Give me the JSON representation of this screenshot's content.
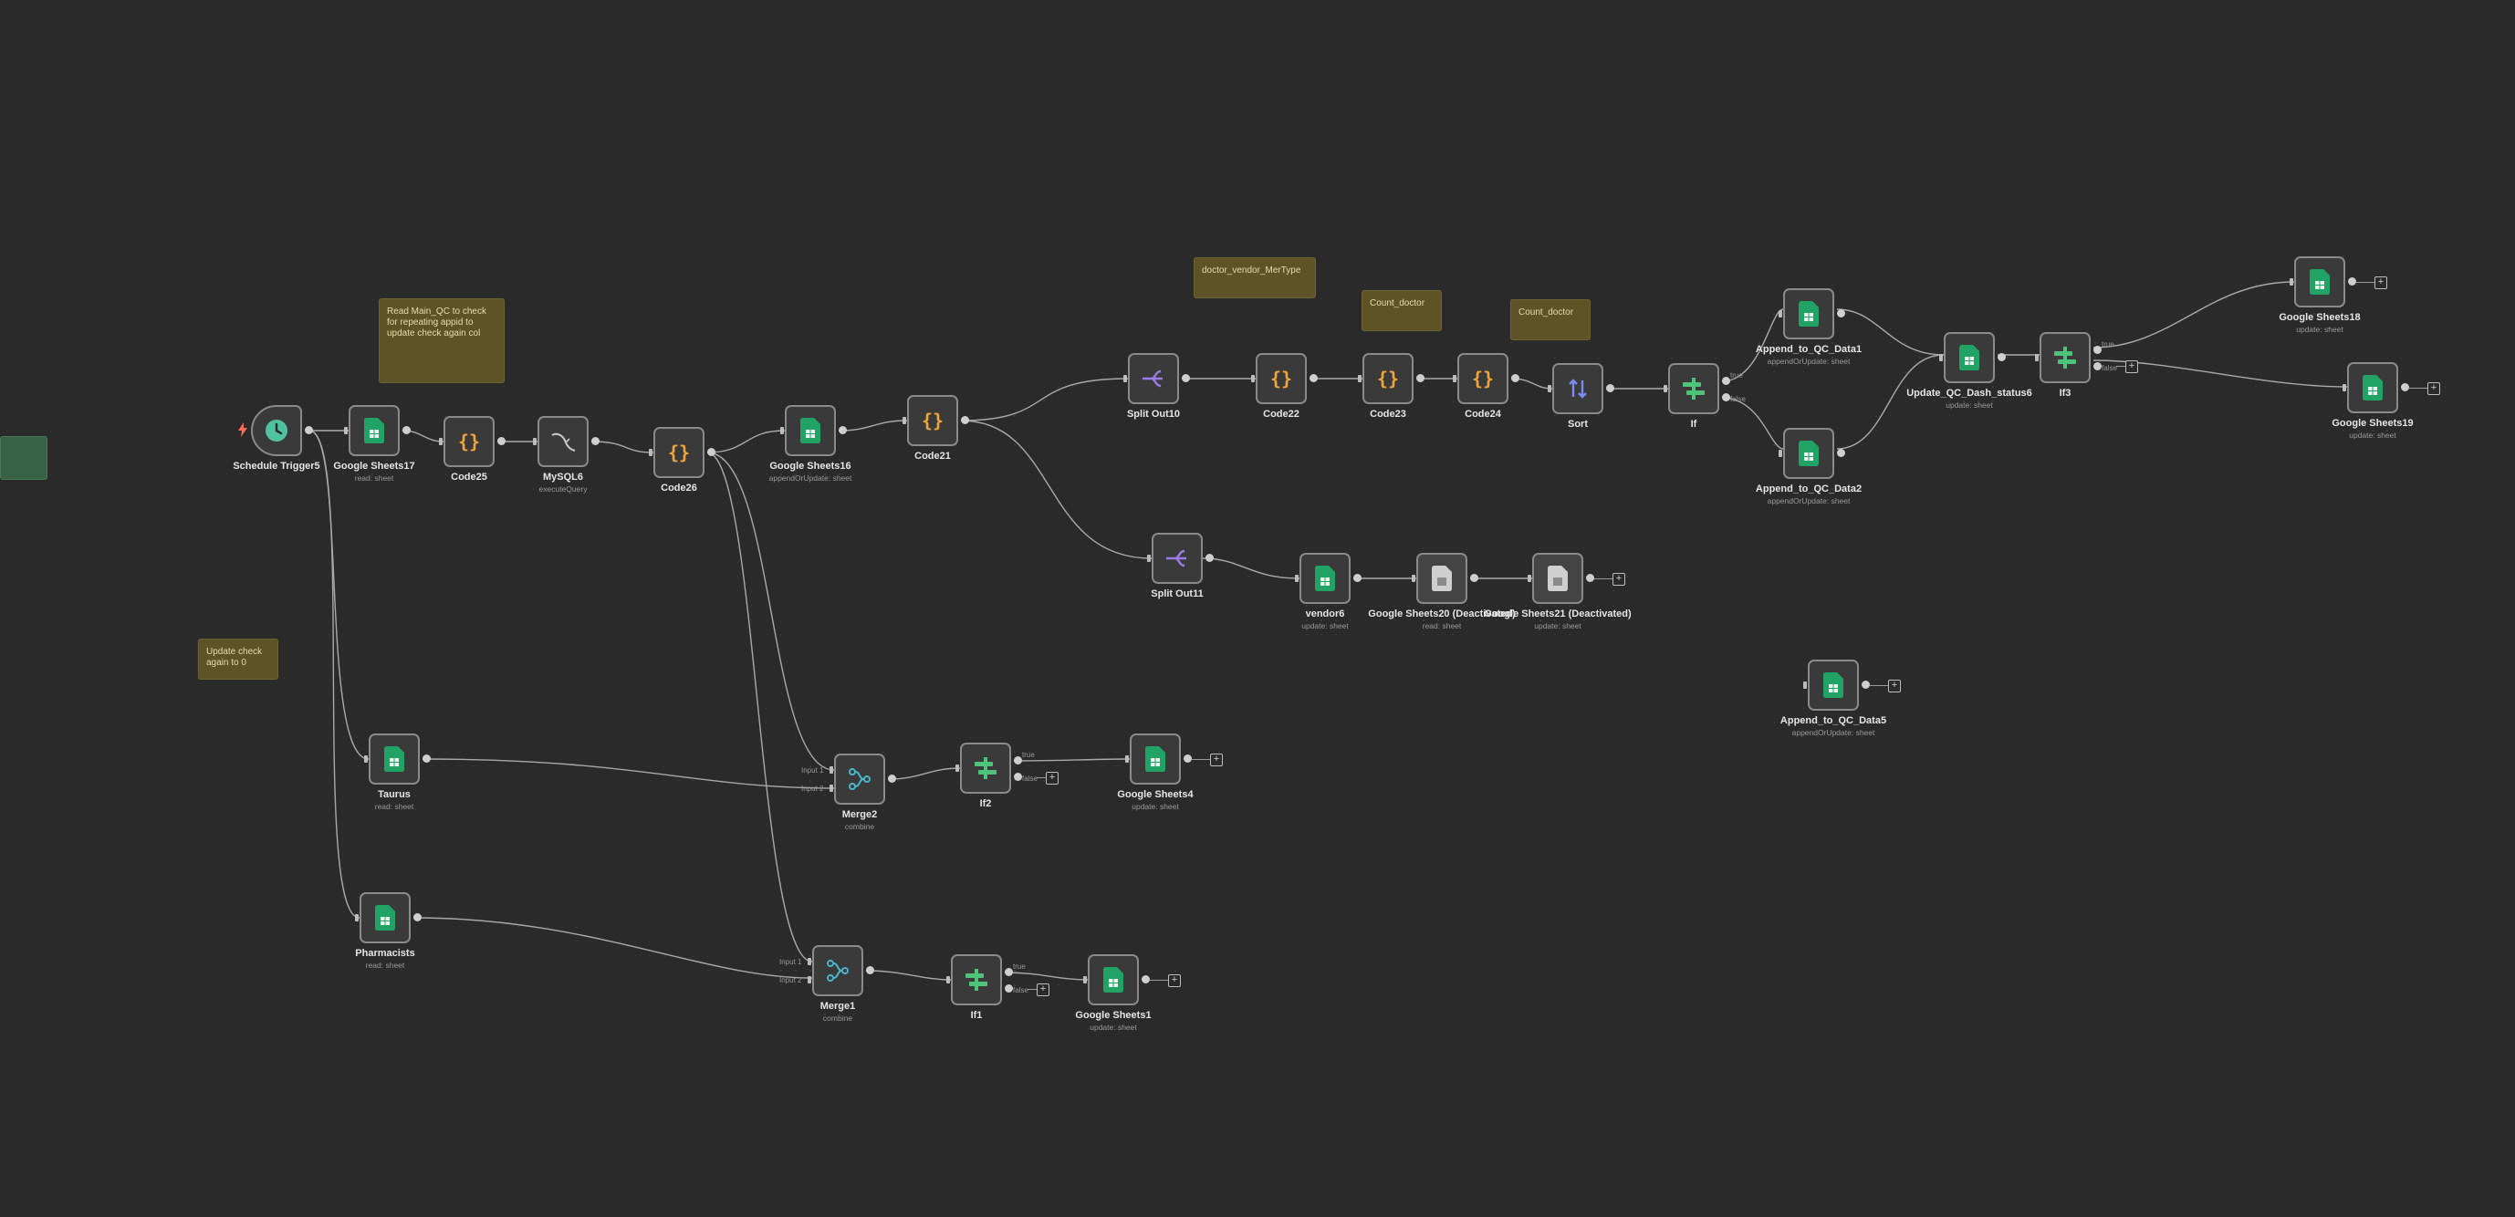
{
  "notes": [
    {
      "id": "note-read-main",
      "text": "Read Main_QC to check for repeating appid to update check again col"
    },
    {
      "id": "note-update-check",
      "text": "Update check again to 0"
    },
    {
      "id": "note-vendor",
      "text": "doctor_vendor_MerType"
    },
    {
      "id": "note-count1",
      "text": "Count_doctor"
    },
    {
      "id": "note-count2",
      "text": "Count_doctor"
    }
  ],
  "nodes": {
    "n_sched": {
      "title": "Schedule Trigger5",
      "sub": "",
      "icon": "clock-icon"
    },
    "n_gs17": {
      "title": "Google Sheets17",
      "sub": "read: sheet",
      "icon": "sheets-icon"
    },
    "n_code25": {
      "title": "Code25",
      "sub": "",
      "icon": "code-icon"
    },
    "n_mysql6": {
      "title": "MySQL6",
      "sub": "executeQuery",
      "icon": "mysql-icon"
    },
    "n_code26": {
      "title": "Code26",
      "sub": "",
      "icon": "code-icon"
    },
    "n_gs16": {
      "title": "Google Sheets16",
      "sub": "appendOrUpdate: sheet",
      "icon": "sheets-icon"
    },
    "n_code21": {
      "title": "Code21",
      "sub": "",
      "icon": "code-icon"
    },
    "n_split10": {
      "title": "Split Out10",
      "sub": "",
      "icon": "split-icon"
    },
    "n_code22": {
      "title": "Code22",
      "sub": "",
      "icon": "code-icon"
    },
    "n_code23": {
      "title": "Code23",
      "sub": "",
      "icon": "code-icon"
    },
    "n_code24": {
      "title": "Code24",
      "sub": "",
      "icon": "code-icon"
    },
    "n_sort": {
      "title": "Sort",
      "sub": "",
      "icon": "sort-icon"
    },
    "n_if": {
      "title": "If",
      "sub": "",
      "icon": "if-icon"
    },
    "n_app1": {
      "title": "Append_to_QC_Data1",
      "sub": "appendOrUpdate: sheet",
      "icon": "sheets-icon"
    },
    "n_app2": {
      "title": "Append_to_QC_Data2",
      "sub": "appendOrUpdate: sheet",
      "icon": "sheets-icon"
    },
    "n_upd6": {
      "title": "Update_QC_Dash_status6",
      "sub": "update: sheet",
      "icon": "sheets-icon"
    },
    "n_if3": {
      "title": "If3",
      "sub": "",
      "icon": "if-icon"
    },
    "n_gs18": {
      "title": "Google Sheets18",
      "sub": "update: sheet",
      "icon": "sheets-icon"
    },
    "n_gs19": {
      "title": "Google Sheets19",
      "sub": "update: sheet",
      "icon": "sheets-icon"
    },
    "n_split11": {
      "title": "Split Out11",
      "sub": "",
      "icon": "split-icon"
    },
    "n_vendor6": {
      "title": "vendor6",
      "sub": "update: sheet",
      "icon": "sheets-icon"
    },
    "n_gs20": {
      "title": "Google Sheets20 (Deactivated)",
      "sub": "read: sheet",
      "icon": "sheets-icon"
    },
    "n_gs21": {
      "title": "Google Sheets21 (Deactivated)",
      "sub": "update: sheet",
      "icon": "sheets-icon"
    },
    "n_app5": {
      "title": "Append_to_QC_Data5",
      "sub": "appendOrUpdate: sheet",
      "icon": "sheets-icon"
    },
    "n_taurus": {
      "title": "Taurus",
      "sub": "read: sheet",
      "icon": "sheets-icon"
    },
    "n_merge2": {
      "title": "Merge2",
      "sub": "combine",
      "icon": "merge-icon"
    },
    "n_if2": {
      "title": "If2",
      "sub": "",
      "icon": "if-icon"
    },
    "n_gs4": {
      "title": "Google Sheets4",
      "sub": "update: sheet",
      "icon": "sheets-icon"
    },
    "n_pharm": {
      "title": "Pharmacists",
      "sub": "read: sheet",
      "icon": "sheets-icon"
    },
    "n_merge1": {
      "title": "Merge1",
      "sub": "combine",
      "icon": "merge-icon"
    },
    "n_if1": {
      "title": "If1",
      "sub": "",
      "icon": "if-icon"
    },
    "n_gs1": {
      "title": "Google Sheets1",
      "sub": "update: sheet",
      "icon": "sheets-icon"
    }
  },
  "port_labels": {
    "true": "true",
    "false": "false",
    "input1": "Input 1",
    "input2": "Input 2"
  },
  "colors": {
    "sheets": "#21a366",
    "code": "#f0a53a",
    "split": "#9b7bea",
    "sort": "#7b8cf0",
    "if": "#4fc37a",
    "merge": "#49b7c9",
    "clock": "#4fc3a1",
    "note_bg": "#5d5326"
  }
}
